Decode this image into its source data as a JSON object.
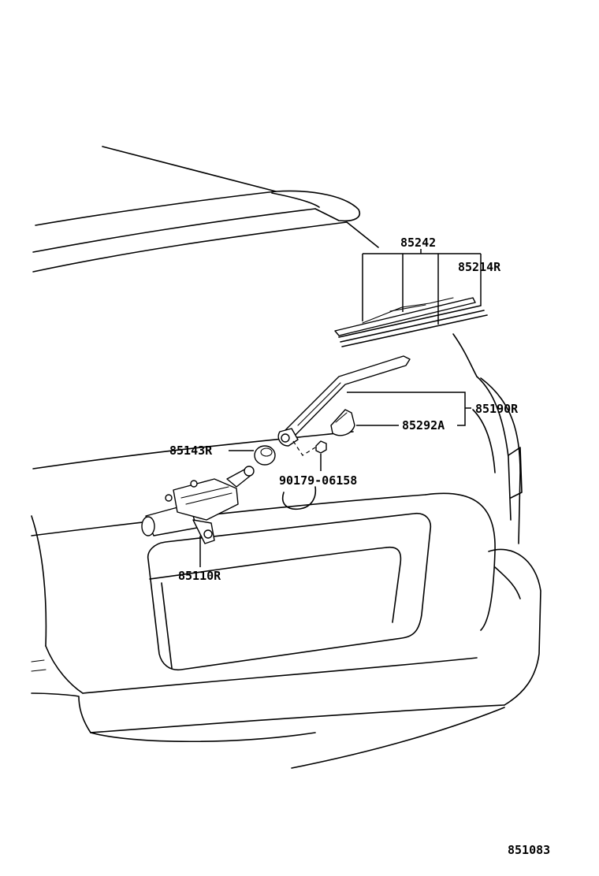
{
  "labels": {
    "blade_assembly": "85242",
    "blade_rubber": "85214R",
    "arm_assembly": "85190R",
    "arm_cap": "85292A",
    "pivot_cap": "85143R",
    "nut": "90179-06158",
    "motor_assembly": "85110R",
    "figure_number": "851083"
  },
  "colors": {
    "line": "#000000",
    "background": "#ffffff"
  }
}
